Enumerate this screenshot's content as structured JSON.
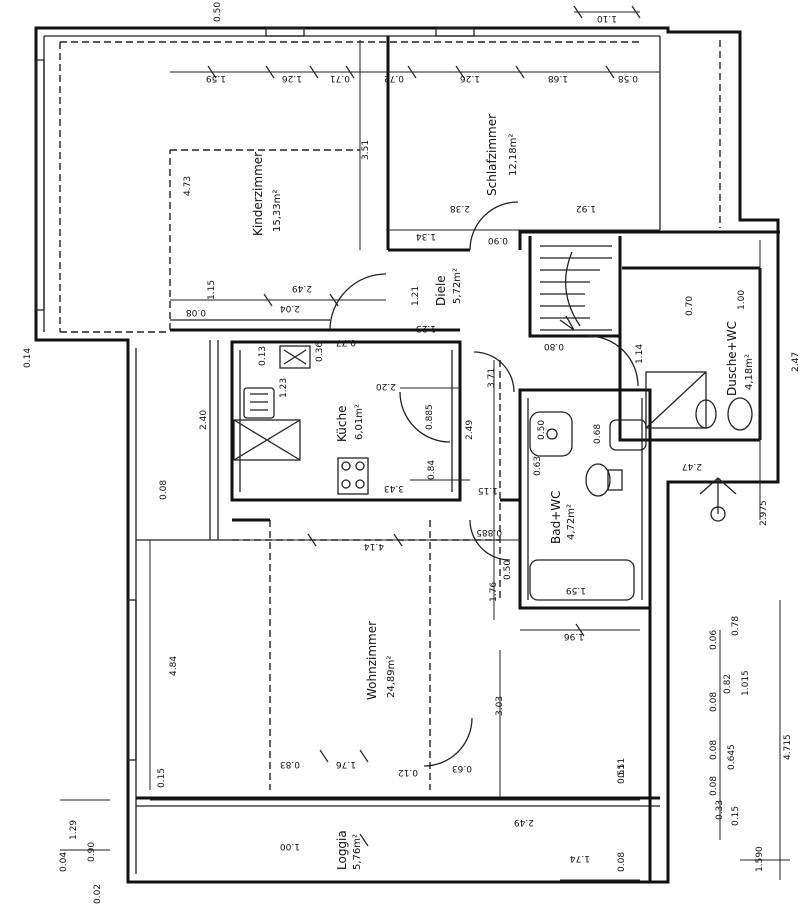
{
  "rooms": [
    {
      "key": "kinderzimmer",
      "name": "Kinderzimmer",
      "area": "15,33m²"
    },
    {
      "key": "schlafzimmer",
      "name": "Schlafzimmer",
      "area": "12,18m²"
    },
    {
      "key": "diele",
      "name": "Diele",
      "area": "5,72m²"
    },
    {
      "key": "kueche",
      "name": "Küche",
      "area": "6,01m²"
    },
    {
      "key": "dusche",
      "name": "Dusche+WC",
      "area": "4,18m²"
    },
    {
      "key": "bad",
      "name": "Bad+WC",
      "area": "4,72m²"
    },
    {
      "key": "wohnzimmer",
      "name": "Wohnzimmer",
      "area": "24,89m²"
    },
    {
      "key": "loggia",
      "name": "Loggia",
      "area": "5,76m²"
    }
  ],
  "dimensions": [
    "0.50",
    "1.10",
    "1.59",
    "1.26",
    "0.71",
    "0.72",
    "1.26",
    "1.68",
    "0.58",
    "4.73",
    "3.51",
    "2.38",
    "1.34",
    "0.90",
    "1.92",
    "2.49",
    "2.04",
    "1.15",
    "0.08",
    "1.21",
    "1.23",
    "0.77",
    "0.14",
    "0.13",
    "0.36",
    "0.80",
    "1.14",
    "0.70",
    "1.00",
    "2.47",
    "2.40",
    "1.23",
    "2.20",
    "3.71",
    "0.885",
    "0.84",
    "3.43",
    "1.15",
    "2.49",
    "0.50",
    "0.68",
    "0.63",
    "2.47",
    "2.975",
    "0.08",
    "4.14",
    "0.885",
    "1.76",
    "0.50",
    "1.59",
    "1.96",
    "4.84",
    "3.03",
    "0.83",
    "1.76",
    "0.12",
    "0.63",
    "0.51",
    "0.15",
    "2.49",
    "1.00",
    "1.74",
    "0.08",
    "0.06",
    "0.78",
    "0.08",
    "0.82",
    "1.015",
    "0.08",
    "0.645",
    "0.08",
    "0.33",
    "0.15",
    "1.590",
    "4.715",
    "0.04",
    "1.29",
    "0.90",
    "0.02",
    "0.51"
  ]
}
